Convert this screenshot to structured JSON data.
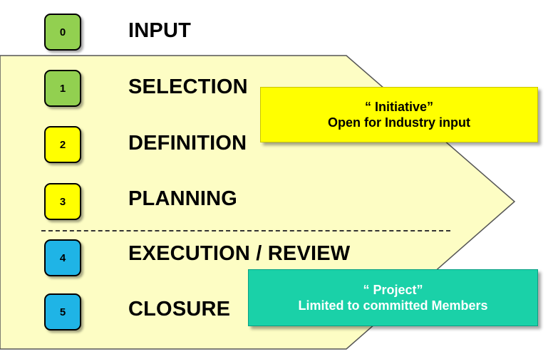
{
  "stages": [
    {
      "number": "0",
      "label": "INPUT",
      "color": "#92d050"
    },
    {
      "number": "1",
      "label": "SELECTION",
      "color": "#92d050"
    },
    {
      "number": "2",
      "label": "DEFINITION",
      "color": "#ffff00"
    },
    {
      "number": "3",
      "label": "PLANNING",
      "color": "#ffff00"
    },
    {
      "number": "4",
      "label": "EXECUTION / REVIEW",
      "color": "#1fb4e6"
    },
    {
      "number": "5",
      "label": "CLOSURE",
      "color": "#1fb4e6"
    }
  ],
  "callouts": {
    "initiative": {
      "line1": "“ Initiative”",
      "line2": "Open for Industry input",
      "color": "#ffff00"
    },
    "project": {
      "line1": "“ Project”",
      "line2": "Limited to committed Members",
      "color": "#1ad1a8"
    }
  },
  "arrow_color": "#fdfdc4"
}
